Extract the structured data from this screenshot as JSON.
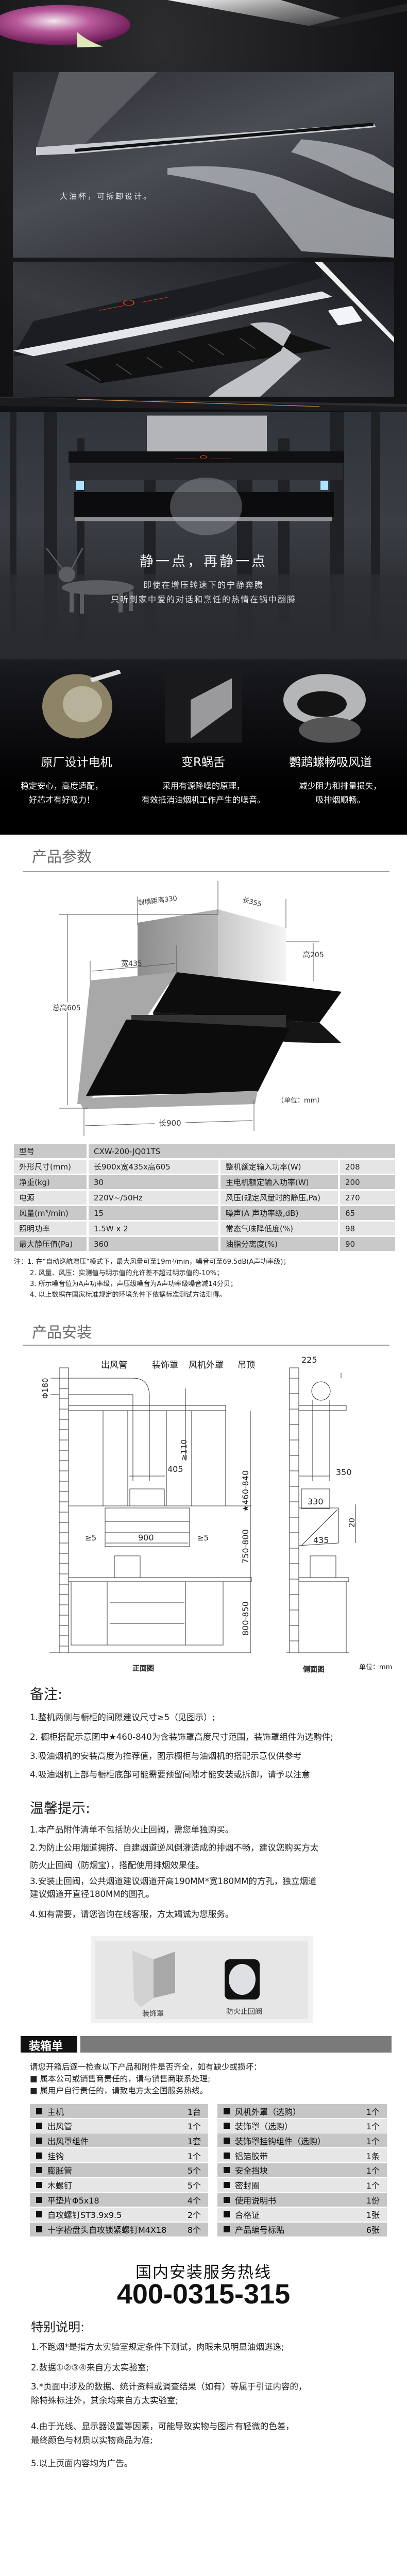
{
  "hero": {
    "caption": "大油杯，可拆卸设计。"
  },
  "quiet": {
    "headline": "静一点，再静一点",
    "line1": "即使在增压转速下的宁静奔腾",
    "line2": "只听到家中爱的对话和烹饪的热情在锅中翻腾"
  },
  "features": [
    {
      "title": "原厂设计电机",
      "desc1": "稳定安心，高度适配，",
      "desc2": "好芯才有好吸力！"
    },
    {
      "title": "变R蜗舌",
      "desc1": "采用有源降噪的原理，",
      "desc2": "有效抵消油烟机工作产生的噪音。"
    },
    {
      "title": "鹦鹉螺畅吸风道",
      "desc1": "减少阻力和排量损失，",
      "desc2": "吸排烟顺畅。"
    }
  ],
  "params": {
    "title": "产品参数",
    "dims": {
      "wall": "到墙距离330",
      "len355": "长355",
      "h205": "高205",
      "w435": "宽435",
      "total": "总高605",
      "len900": "长900",
      "unit": "（单位：mm）"
    },
    "model_label": "型号",
    "model_value": "CXW-200-JQ01TS",
    "rows": [
      [
        "外形尺寸(mm)",
        "长900x宽435x高605",
        "整机额定输入功率(W)",
        "208"
      ],
      [
        "净重(kg)",
        "30",
        "主电机额定输入功率(W)",
        "200"
      ],
      [
        "电源",
        "220V~/50Hz",
        "风压(规定风量时的静压,Pa)",
        "270"
      ],
      [
        "风量(m³/min)",
        "15",
        "噪声(A 声功率级,dB)",
        "65"
      ],
      [
        "照明功率",
        "1.5W x 2",
        "常态气味降低度(%)",
        "98"
      ],
      [
        "最大静压值(Pa)",
        "360",
        "油脂分离度(%)",
        "90"
      ]
    ],
    "notes": [
      "注：1. 在“自动巡航增压”模式下，最大风量可至19m³/min，噪音可至69.5dB(A声功率级)；",
      "2. 风量、风压：实测值与明示值的允许差不超过明示值的-10%；",
      "3. 所示噪音值为A声功率级，声压级噪音为A声功率级噪音减14分贝；",
      "4. 以上数据在国家标准规定的环境条件下依据标准测试方法测得。"
    ]
  },
  "install": {
    "title": "产品安装",
    "labels": {
      "duct": "出风管",
      "cover": "装饰罩",
      "fan_cover": "风机外罩",
      "ceiling": "吊顶",
      "phi": "Φ180",
      "ge110": "≥110",
      "d405": "405",
      "star": "★460-840",
      "d750": "750-800",
      "d800": "800-850",
      "ge5a": "≥5",
      "d900": "900",
      "ge5b": "≥5",
      "d225": "225",
      "d350": "350",
      "d330": "330",
      "d20": "20",
      "d435": "435",
      "front": "正面图",
      "side": "侧面图",
      "unit": "单位：mm"
    }
  },
  "remarks": {
    "title": "备注:",
    "items": [
      "1.整机两侧与橱柜的间隙建议尺寸≥5（见图示）;",
      "2. 橱柜搭配示意图中★460-840为含装饰罩高度尺寸范围，装饰罩组件为选购件;",
      "3.吸油烟机的安装高度为推荐值，图示橱柜与油烟机的搭配示意仅供参考",
      "4.吸油烟机上部与橱柜底部可能需要预留间隙才能安装或拆卸，请予以注意"
    ]
  },
  "tips": {
    "title": "温馨提示:",
    "items": [
      "1.本产品附件清单不包括防火止回阀，需您单独购买。",
      "2.为防止公用烟道拥挤、自建烟道逆风倒灌造成的排烟不畅，建议您购买方太",
      "防火止回阀（防烟宝），搭配使用排烟效果佳。",
      "3.安装止回阀，公共烟道建议烟道开高190MM*宽180MM的方孔，独立烟道",
      "建议烟道开直径180MM的圆孔。",
      "4.如有需要，请您咨询在线客服，方太竭诚为您服务。"
    ],
    "accessories": [
      "装饰罩",
      "防火止回阀"
    ]
  },
  "packing": {
    "title": "装箱单",
    "intro": [
      "请您开箱后逐一检查以下产品和附件是否齐全，如有缺少或损坏：",
      "■ 属本公司或销售商责任的，请与销售商联系处理;",
      "■ 属用户自行责任的，请致电方太全国服务热线。"
    ],
    "left": [
      [
        "主机",
        "1台"
      ],
      [
        "出风管",
        "1个"
      ],
      [
        "出风罩组件",
        "1套"
      ],
      [
        "挂钩",
        "1个"
      ],
      [
        "膨胀管",
        "5个"
      ],
      [
        "木螺钉",
        "5个"
      ],
      [
        "平垫片Φ5x18",
        "4个"
      ],
      [
        "自攻螺钉ST3.9x9.5",
        "2个"
      ],
      [
        "十字槽盘头自攻锁紧螺钉M4X18",
        "8个"
      ]
    ],
    "right": [
      [
        "风机外罩（选购）",
        "1个"
      ],
      [
        "装饰罩（选购）",
        "1个"
      ],
      [
        "装饰罩挂钩组件（选购）",
        "1个"
      ],
      [
        "铝箔胶带",
        "1条"
      ],
      [
        "安全挡块",
        "1个"
      ],
      [
        "密封圈",
        "1个"
      ],
      [
        "使用说明书",
        "1份"
      ],
      [
        "合格证",
        "1张"
      ],
      [
        "产品编号标贴",
        "6张"
      ]
    ]
  },
  "hotline": {
    "title": "国内安装服务热线",
    "number": "400-0315-315"
  },
  "special": {
    "title": "特别说明:",
    "items": [
      "1.不跑烟*是指方太实验室规定条件下测试，肉眼未见明显油烟逃逸;",
      "2.数据①②③④来自方太实验室;",
      "3.*页面中涉及的数据、统计资料或调查结果（如有）等属于引证内容的，",
      "除特殊标注外，其余均来自方太实验室;",
      "4.由于光线、显示器设置等因素，可能导致实物与图片有轻微的色差，",
      "最终颜色与材质以实物商品为准;",
      "5.以上页面内容均为广告。"
    ]
  },
  "colors": {
    "control_red": "#e0451e",
    "table_dark": "#c9c9c9",
    "table_light": "#e5e5e5",
    "packing_bar": "#7a7a7a"
  }
}
